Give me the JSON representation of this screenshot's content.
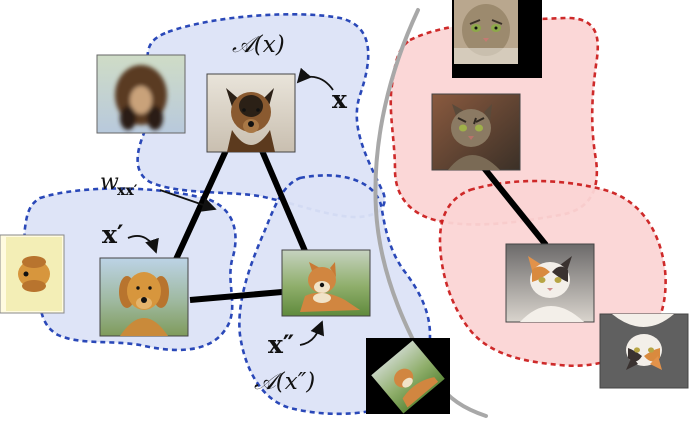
{
  "labels": {
    "augset_x": "𝒜(x)",
    "augset_x2": "𝒜(x″)",
    "x": "x",
    "x_prime": "x′",
    "x_dprime": "x″",
    "weight_w": "w",
    "weight_sub": "xx′"
  },
  "images": [
    {
      "id": "dog-shepherd",
      "subject": "German shepherd dog"
    },
    {
      "id": "dog-shepherd-aug",
      "subject": "Augmented (blurred, flipped) German shepherd"
    },
    {
      "id": "dog-golden",
      "subject": "Golden retriever"
    },
    {
      "id": "dog-golden-aug",
      "subject": "Augmented (rotated) golden retriever"
    },
    {
      "id": "dog-shiba",
      "subject": "Shiba inu"
    },
    {
      "id": "dog-shiba-aug",
      "subject": "Augmented (rotated) shiba inu"
    },
    {
      "id": "cat-tabby-top",
      "subject": "Cat close-up (cropped)"
    },
    {
      "id": "cat-tabby",
      "subject": "Tabby cat"
    },
    {
      "id": "cat-calico",
      "subject": "Calico cat"
    },
    {
      "id": "cat-calico-aug",
      "subject": "Augmented (flipped) calico cat"
    }
  ],
  "colors": {
    "dog_region_fill": "#dde3f7",
    "dog_region_stroke": "#1f3fb5",
    "cat_region_fill": "#fbd5d5",
    "cat_region_stroke": "#cc1f1f",
    "divider": "#a8a8a8",
    "edge": "#000000"
  }
}
